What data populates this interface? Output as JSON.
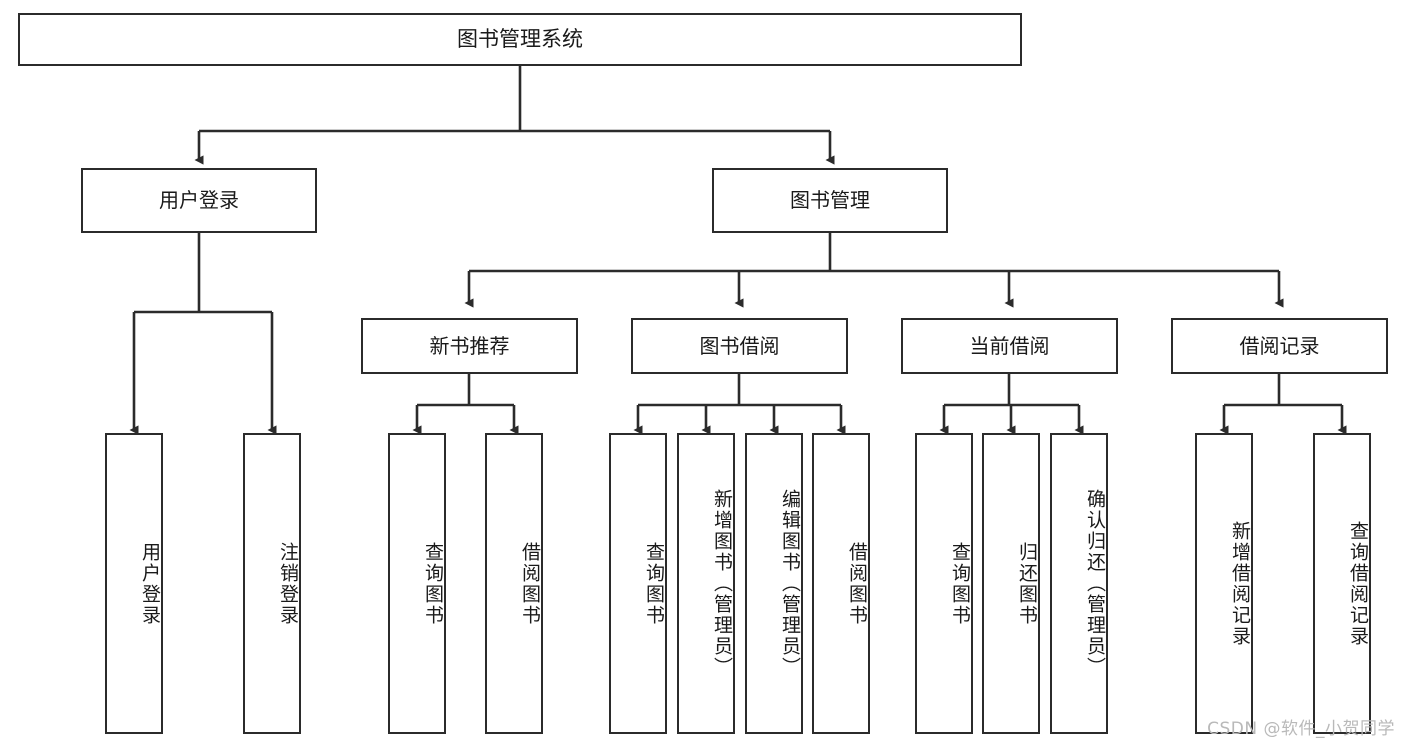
{
  "diagram": {
    "title": "图书管理系统",
    "watermark": "CSDN @软件_小贺同学",
    "line_color": "#2b2b2b",
    "box_fill": "#ffffff",
    "text_color": "#1a1a1a",
    "watermark_color": "#b9b9b9",
    "root": {
      "id": "root",
      "label": "图书管理系统"
    },
    "level2": [
      {
        "id": "user-login",
        "label": "用户登录"
      },
      {
        "id": "book-management",
        "label": "图书管理"
      }
    ],
    "level3": [
      {
        "id": "new-book-recommend",
        "label": "新书推荐",
        "parent": "book-management"
      },
      {
        "id": "book-borrow",
        "label": "图书借阅",
        "parent": "book-management"
      },
      {
        "id": "current-borrow",
        "label": "当前借阅",
        "parent": "book-management"
      },
      {
        "id": "borrow-record",
        "label": "借阅记录",
        "parent": "book-management"
      }
    ],
    "leaves": [
      {
        "id": "leaf-user-login",
        "label": "用户登录",
        "parent": "user-login"
      },
      {
        "id": "leaf-logout-login",
        "label": "注销登录",
        "parent": "user-login"
      },
      {
        "id": "leaf-query-book-1",
        "label": "查询图书",
        "parent": "new-book-recommend"
      },
      {
        "id": "leaf-borrow-book-1",
        "label": "借阅图书",
        "parent": "new-book-recommend"
      },
      {
        "id": "leaf-query-book-2",
        "label": "查询图书",
        "parent": "book-borrow"
      },
      {
        "id": "leaf-add-book",
        "label": "新增图书（管理员）",
        "parent": "book-borrow"
      },
      {
        "id": "leaf-edit-book",
        "label": "编辑图书（管理员）",
        "parent": "book-borrow"
      },
      {
        "id": "leaf-borrow-book-2",
        "label": "借阅图书",
        "parent": "book-borrow"
      },
      {
        "id": "leaf-query-book-3",
        "label": "查询图书",
        "parent": "current-borrow"
      },
      {
        "id": "leaf-return-book",
        "label": "归还图书",
        "parent": "current-borrow"
      },
      {
        "id": "leaf-confirm-return",
        "label": "确认归还（管理员）",
        "parent": "current-borrow"
      },
      {
        "id": "leaf-add-borrow-record",
        "label": "新增借阅记录",
        "parent": "borrow-record"
      },
      {
        "id": "leaf-query-borrow-record",
        "label": "查询借阅记录",
        "parent": "borrow-record"
      }
    ]
  }
}
